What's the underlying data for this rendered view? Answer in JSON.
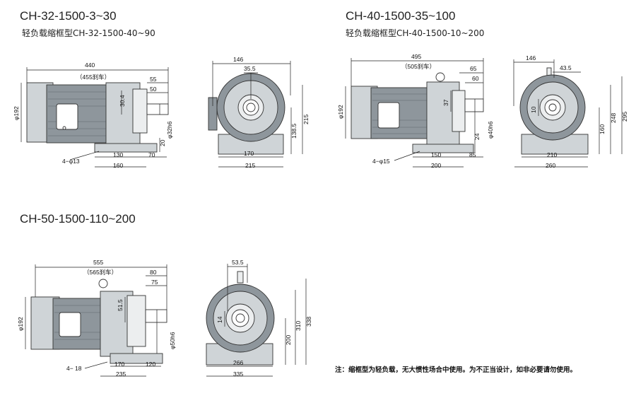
{
  "models": [
    {
      "title": "CH-32-1500-3~30",
      "subtitle": "轻负载缩框型CH-32-1500-40~90",
      "side": {
        "total": "440",
        "alt": "（455刹车）",
        "d55": "55",
        "d50": "50",
        "d304": "30.4",
        "shaft": "φ32h6",
        "d20": "20",
        "d70": "70",
        "d130": "130",
        "d160": "160",
        "dia": "φ192",
        "holes": "4−φ13"
      },
      "front": {
        "d146": "146",
        "d355": "35.5",
        "h215": "215",
        "h1385": "138.5",
        "d170": "170",
        "d215": "215"
      }
    },
    {
      "title": "CH-40-1500-35~100",
      "subtitle": "轻负载缩框型CH-40-1500-10~200",
      "side": {
        "total": "495",
        "alt": "（505刹车）",
        "d65": "65",
        "d60": "60",
        "d37": "37",
        "shaft": "φ40h6",
        "d24": "24",
        "d85": "85",
        "d150": "150",
        "d200": "200",
        "dia": "φ192",
        "holes": "4−φ15"
      },
      "front": {
        "d146": "146",
        "d435": "43.5",
        "d10": "10",
        "h295": "295",
        "h248": "248",
        "h160": "160",
        "d210": "210",
        "d260": "260"
      }
    },
    {
      "title": "CH-50-1500-110~200",
      "subtitle": "",
      "side": {
        "total": "555",
        "alt": "（565刹车）",
        "d80": "80",
        "d75": "75",
        "d515": "51.5",
        "shaft": "φ50h6",
        "d120": "120",
        "d170": "170",
        "d235": "235",
        "dia": "φ192",
        "holes": "4− 18"
      },
      "front": {
        "d535": "53.5",
        "d14": "14",
        "h338": "338",
        "h310": "310",
        "h200": "200",
        "d266": "266",
        "d335": "335"
      }
    }
  ],
  "note": "注：缩框型为轻负载，无大惯性场合中使用。为不正当设计，如非必要请勿使用。"
}
